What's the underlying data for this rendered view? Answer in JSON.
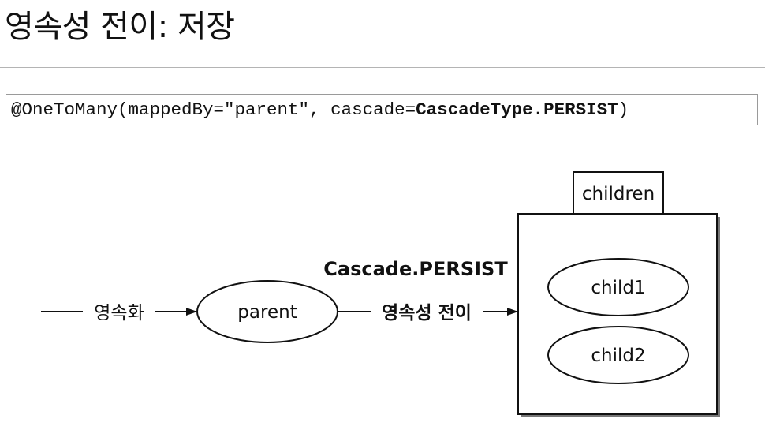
{
  "title": "영속성 전이: 저장",
  "code": {
    "prefix": "@OneToMany(mappedBy=\"parent\", cascade=",
    "emphasis": "CascadeType.PERSIST",
    "suffix": ")"
  },
  "diagram": {
    "persist_label": "영속화",
    "parent_label": "parent",
    "cascade_label": "Cascade.PERSIST",
    "transition_label": "영속성 전이",
    "collection_tab_label": "children",
    "children": [
      "child1",
      "child2"
    ]
  }
}
